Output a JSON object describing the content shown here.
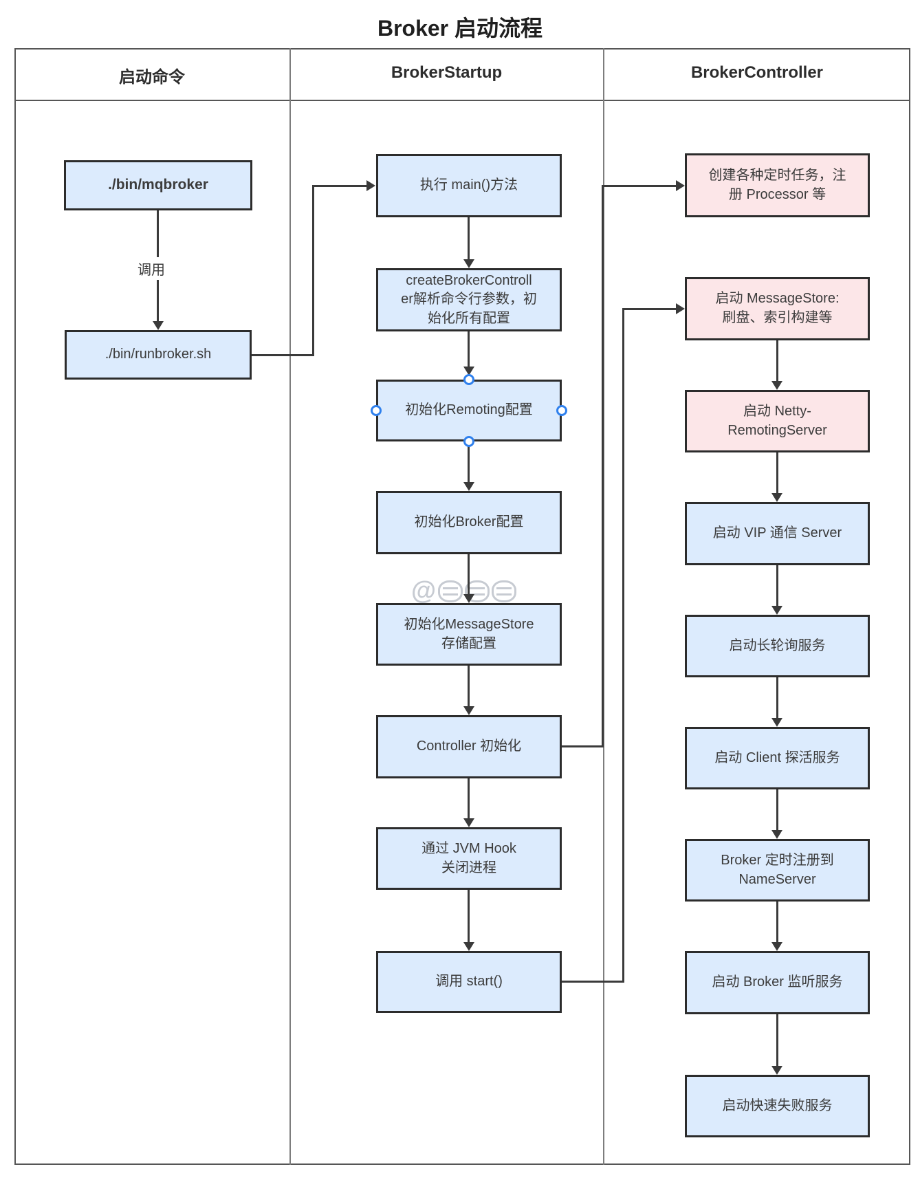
{
  "title": "Broker 启动流程",
  "columns": [
    {
      "label": "启动命令"
    },
    {
      "label": "BrokerStartup"
    },
    {
      "label": "BrokerController"
    }
  ],
  "edges": {
    "call_label": "调用"
  },
  "watermark": {
    "at": "@"
  },
  "nodes": {
    "mqbroker": {
      "label": "./bin/mqbroker",
      "type": "blue"
    },
    "runbroker": {
      "label": "./bin/runbroker.sh",
      "type": "blue"
    },
    "exec_main": {
      "label": "执行 main()方法",
      "type": "blue"
    },
    "create_controller": {
      "label": "createBrokerControll\ner解析命令行参数，初\n始化所有配置",
      "type": "blue"
    },
    "init_remoting": {
      "label": "初始化Remoting配置",
      "type": "blue",
      "selected": true
    },
    "init_broker": {
      "label": "初始化Broker配置",
      "type": "blue"
    },
    "init_messagestore": {
      "label": "初始化MessageStore\n存储配置",
      "type": "blue"
    },
    "controller_init": {
      "label": "Controller 初始化",
      "type": "blue"
    },
    "jvm_hook": {
      "label": "通过 JVM Hook\n关闭进程",
      "type": "blue"
    },
    "call_start": {
      "label": "调用 start()",
      "type": "blue"
    },
    "create_tasks": {
      "label": "创建各种定时任务，注\n册 Processor 等",
      "type": "pink"
    },
    "start_messagestore": {
      "label": "启动 MessageStore:\n刷盘、索引构建等",
      "type": "pink"
    },
    "start_netty": {
      "label": "启动 Netty-\nRemotingServer",
      "type": "pink"
    },
    "start_vip": {
      "label": "启动 VIP 通信 Server",
      "type": "blue"
    },
    "start_longpolling": {
      "label": "启动长轮询服务",
      "type": "blue"
    },
    "start_client_probe": {
      "label": "启动 Client 探活服务",
      "type": "blue"
    },
    "register_nameserver": {
      "label": "Broker 定时注册到\nNameServer",
      "type": "blue"
    },
    "start_listener": {
      "label": "启动 Broker 监听服务",
      "type": "blue"
    },
    "start_fastfail": {
      "label": "启动快速失败服务",
      "type": "blue"
    }
  },
  "colors": {
    "node_blue": "#dcebfd",
    "node_pink": "#fce6e8",
    "node_border": "#2c2c2c",
    "connector": "#3a3a3a",
    "handle_blue": "#2f80ed",
    "table_border": "#565656"
  }
}
